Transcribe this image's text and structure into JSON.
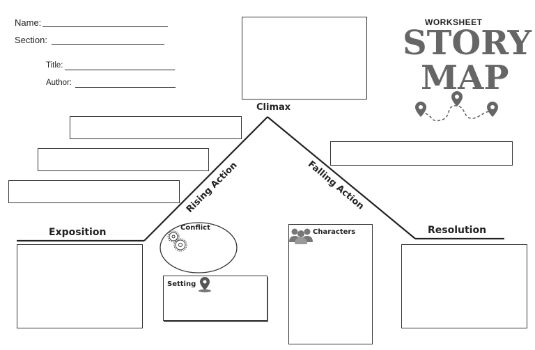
{
  "header": {
    "name_label": "Name:",
    "section_label": "Section:",
    "title_label": "Title:",
    "author_label": "Author:"
  },
  "brand": {
    "worksheet": "WORKSHEET",
    "story": "STORY",
    "map": "MAP"
  },
  "plot": {
    "climax": "Climax",
    "rising_action": "Rising Action",
    "falling_action": "Falling Action",
    "exposition": "Exposition",
    "resolution": "Resolution",
    "conflict": "Conflict",
    "setting": "Setting",
    "characters": "Characters"
  },
  "icons": {
    "map_pin": "map-pin-icon",
    "gears": "gears-icon",
    "people": "people-icon"
  }
}
